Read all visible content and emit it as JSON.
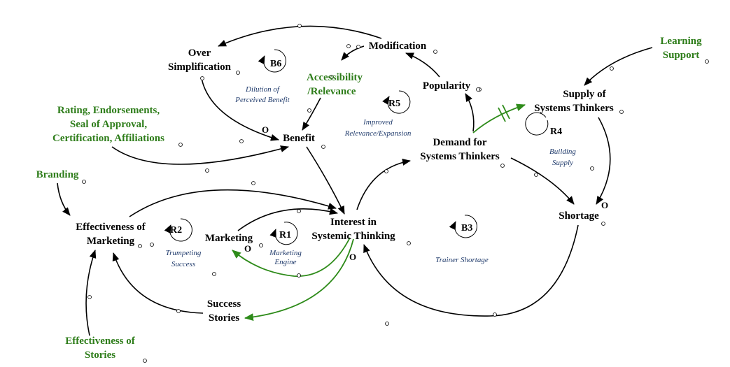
{
  "variables": {
    "over_simplification": [
      "Over",
      "Simplification"
    ],
    "modification": "Modification",
    "accessibility": [
      "Accessibility",
      "/Relevance"
    ],
    "popularity": "Popularity",
    "supply": [
      "Supply of",
      "Systems Thinkers"
    ],
    "learning_support": [
      "Learning",
      "Support"
    ],
    "rating": [
      "Rating, Endorsements,",
      "Seal of Approval,",
      "Certification, Affiliations"
    ],
    "benefit": "Benefit",
    "demand": [
      "Demand for",
      "Systems Thinkers"
    ],
    "branding": "Branding",
    "effectiveness_marketing": [
      "Effectiveness of",
      "Marketing"
    ],
    "marketing": "Marketing",
    "interest": [
      "Interest in",
      "Systemic Thinking"
    ],
    "shortage": "Shortage",
    "success_stories": [
      "Success",
      "Stories"
    ],
    "effectiveness_stories": [
      "Effectiveness of",
      "Stories"
    ]
  },
  "loops": {
    "b6": {
      "id": "B6",
      "name": [
        "Dilution of",
        "Perceived Benefit"
      ]
    },
    "r5": {
      "id": "R5",
      "name": [
        "Improved",
        "Relevance/Expansion"
      ]
    },
    "r4": {
      "id": "R4",
      "name": [
        "Building",
        "Supply"
      ]
    },
    "r2": {
      "id": "R2",
      "name": [
        "Trumpeting",
        "Success"
      ]
    },
    "r1": {
      "id": "R1",
      "name": [
        "Marketing",
        "Engine"
      ]
    },
    "b3": {
      "id": "B3",
      "name": [
        "Trainer Shortage"
      ]
    }
  },
  "polarity": {
    "benefit_in": "O",
    "marketing_in": "O",
    "interest_in": "O",
    "shortage_in": "O"
  },
  "colors": {
    "link": "#000000",
    "delayed_link": "#2e8b1a",
    "external_variable": "#2e7d1a",
    "loop_name": "#1f3a6b"
  }
}
